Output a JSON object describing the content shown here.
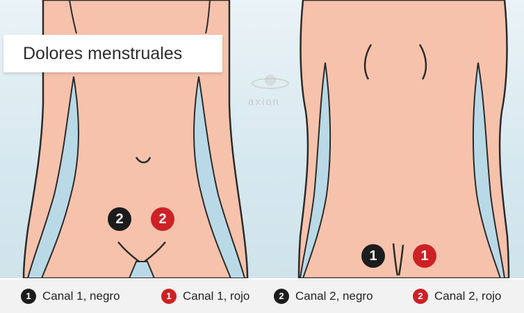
{
  "title": "Dolores menstruales",
  "watermark": "axion",
  "points": {
    "front_black": "2",
    "front_red": "2",
    "back_black": "1",
    "back_red": "1"
  },
  "legend": [
    {
      "number": "1",
      "color": "black",
      "label": "Canal 1, negro"
    },
    {
      "number": "1",
      "color": "red",
      "label": "Canal 1, rojo"
    },
    {
      "number": "2",
      "color": "black",
      "label": "Canal 2, negro"
    },
    {
      "number": "2",
      "color": "red",
      "label": "Canal 2, rojo"
    }
  ],
  "colors": {
    "skin": "#f6c2ab",
    "skin_outline": "#2b2b2b",
    "background": "#d6e8ef",
    "badge_black": "#1c1c1c",
    "badge_red": "#cc2125"
  }
}
